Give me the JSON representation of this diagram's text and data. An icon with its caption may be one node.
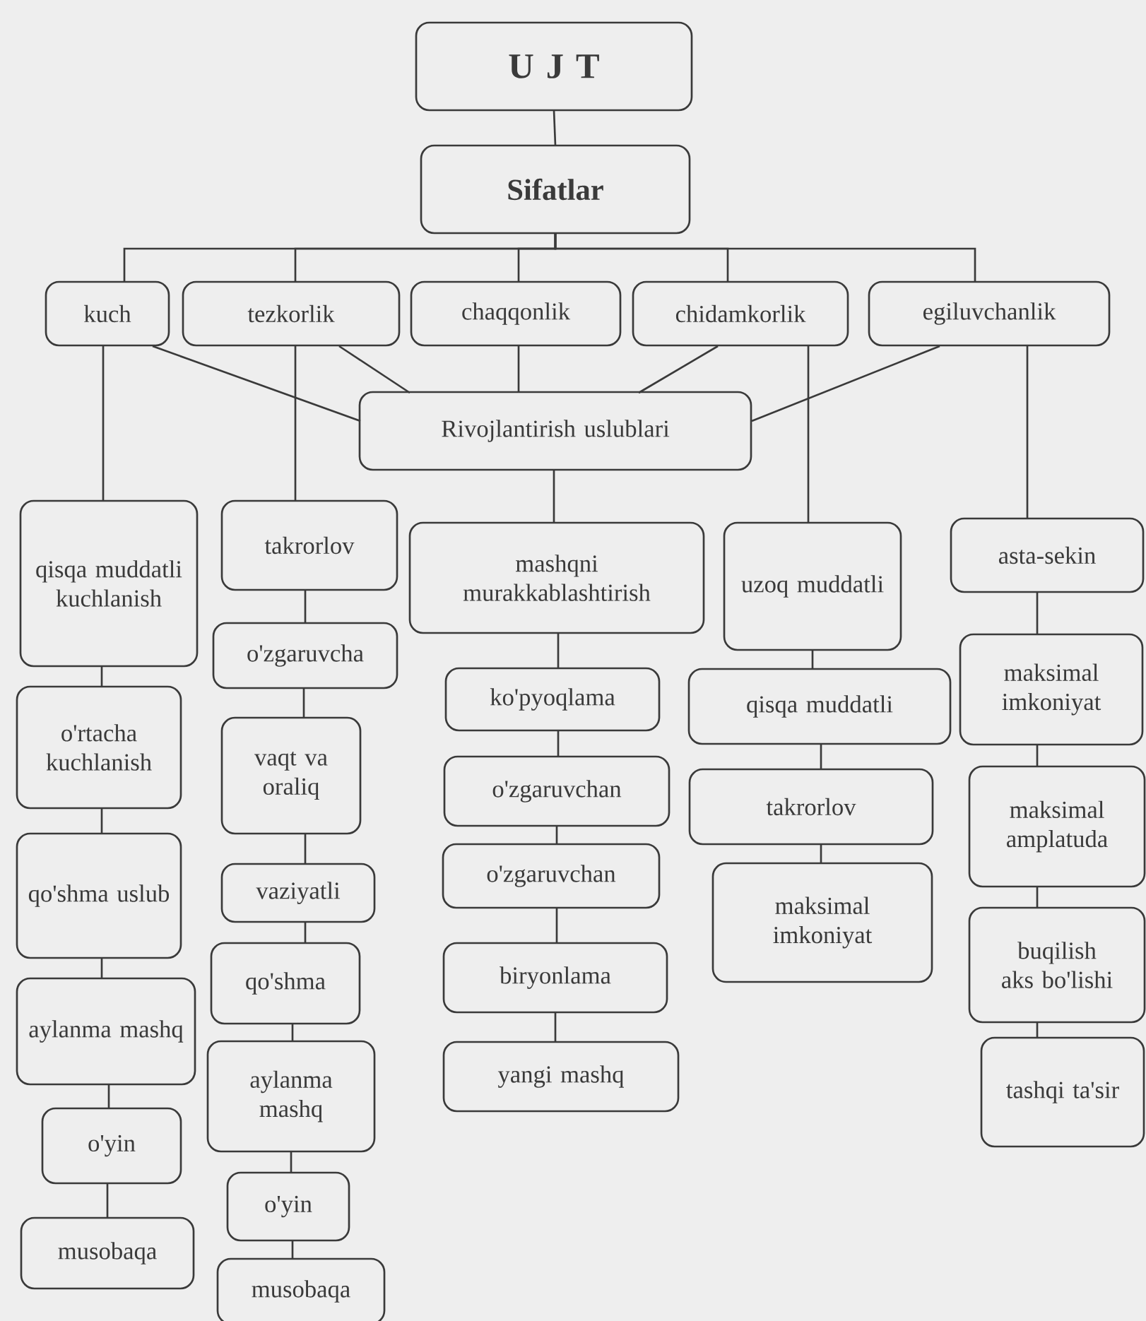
{
  "diagram": {
    "nodes": [
      {
        "text": [
          "U J T"
        ]
      },
      {
        "text": [
          "Sifatlar"
        ]
      },
      {
        "text": [
          "kuch"
        ]
      },
      {
        "text": [
          "tezkorlik"
        ]
      },
      {
        "text": [
          "chaqqonlik"
        ]
      },
      {
        "text": [
          "chidamkorlik"
        ]
      },
      {
        "text": [
          "egiluvchanlik"
        ]
      },
      {
        "text": [
          "Rivojlantirish uslublari"
        ]
      },
      {
        "text": [
          "qisqa muddatli kuchlanish"
        ]
      },
      {
        "text": [
          "o'rtacha kuchlanish"
        ]
      },
      {
        "text": [
          "qo'shma uslub"
        ]
      },
      {
        "text": [
          "aylanma mashq"
        ]
      },
      {
        "text": [
          "o'yin"
        ]
      },
      {
        "text": [
          "musobaqa"
        ]
      },
      {
        "text": [
          "takrorlov"
        ]
      },
      {
        "text": [
          "o'zgaruvcha"
        ]
      },
      {
        "text": [
          "vaqt va oraliq"
        ]
      },
      {
        "text": [
          "vaziyatli"
        ]
      },
      {
        "text": [
          "qo'shma"
        ]
      },
      {
        "text": [
          "aylanma mashq"
        ]
      },
      {
        "text": [
          "o'yin"
        ]
      },
      {
        "text": [
          "musobaqa"
        ]
      },
      {
        "text": [
          "mashqni murakkablashtirish"
        ]
      },
      {
        "text": [
          "ko'pyoqlama"
        ]
      },
      {
        "text": [
          "o'zgaruvchan"
        ]
      },
      {
        "text": [
          "o'zgaruvchan"
        ]
      },
      {
        "text": [
          "biryonlama"
        ]
      },
      {
        "text": [
          "yangi mashq"
        ]
      },
      {
        "text": [
          "uzoq muddatli"
        ]
      },
      {
        "text": [
          "qisqa muddatli"
        ]
      },
      {
        "text": [
          "takrorlov"
        ]
      },
      {
        "text": [
          "maksimal imkoniyat"
        ]
      },
      {
        "text": [
          "asta-sekin"
        ]
      },
      {
        "text": [
          "maksimal imkoniyat"
        ]
      },
      {
        "text": [
          "maksimal amplatuda"
        ]
      },
      {
        "text": [
          "buqilish aks bo'lishi"
        ]
      },
      {
        "text": [
          "tashqi ta'sir"
        ]
      }
    ],
    "edges": [
      {
        "from": 0,
        "to": 1,
        "arrow": "none"
      },
      {
        "from": 1,
        "to": 2,
        "arrow": "none"
      },
      {
        "from": 1,
        "to": 3,
        "arrow": "none"
      },
      {
        "from": 1,
        "to": 4,
        "arrow": "none"
      },
      {
        "from": 1,
        "to": 5,
        "arrow": "none"
      },
      {
        "from": 1,
        "to": 6,
        "arrow": "none"
      },
      {
        "from": 2,
        "to": 7,
        "arrow": "none"
      },
      {
        "from": 3,
        "to": 7,
        "arrow": "none"
      },
      {
        "from": 4,
        "to": 7,
        "arrow": "none"
      },
      {
        "from": 5,
        "to": 7,
        "arrow": "none"
      },
      {
        "from": 6,
        "to": 7,
        "arrow": "none"
      },
      {
        "from": 2,
        "to": 8,
        "arrow": "none"
      },
      {
        "from": 3,
        "to": 14,
        "arrow": "none"
      },
      {
        "from": 7,
        "to": 22,
        "arrow": "none"
      },
      {
        "from": 5,
        "to": 28,
        "arrow": "none"
      },
      {
        "from": 6,
        "to": 32,
        "arrow": "none"
      },
      {
        "from": 8,
        "to": 9,
        "arrow": "none"
      },
      {
        "from": 9,
        "to": 10,
        "arrow": "none"
      },
      {
        "from": 10,
        "to": 11,
        "arrow": "none"
      },
      {
        "from": 11,
        "to": 12,
        "arrow": "none"
      },
      {
        "from": 12,
        "to": 13,
        "arrow": "none"
      },
      {
        "from": 14,
        "to": 15,
        "arrow": "none"
      },
      {
        "from": 15,
        "to": 16,
        "arrow": "none"
      },
      {
        "from": 16,
        "to": 17,
        "arrow": "none"
      },
      {
        "from": 17,
        "to": 18,
        "arrow": "none"
      },
      {
        "from": 18,
        "to": 19,
        "arrow": "none"
      },
      {
        "from": 19,
        "to": 20,
        "arrow": "none"
      },
      {
        "from": 20,
        "to": 21,
        "arrow": "none"
      },
      {
        "from": 22,
        "to": 23,
        "arrow": "none"
      },
      {
        "from": 23,
        "to": 24,
        "arrow": "none"
      },
      {
        "from": 24,
        "to": 25,
        "arrow": "none"
      },
      {
        "from": 25,
        "to": 26,
        "arrow": "none"
      },
      {
        "from": 26,
        "to": 27,
        "arrow": "none"
      },
      {
        "from": 28,
        "to": 29,
        "arrow": "none"
      },
      {
        "from": 29,
        "to": 30,
        "arrow": "none"
      },
      {
        "from": 30,
        "to": 31,
        "arrow": "none"
      },
      {
        "from": 32,
        "to": 33,
        "arrow": "none"
      },
      {
        "from": 33,
        "to": 34,
        "arrow": "none"
      },
      {
        "from": 34,
        "to": 35,
        "arrow": "none"
      },
      {
        "from": 35,
        "to": 36,
        "arrow": "none"
      }
    ]
  }
}
